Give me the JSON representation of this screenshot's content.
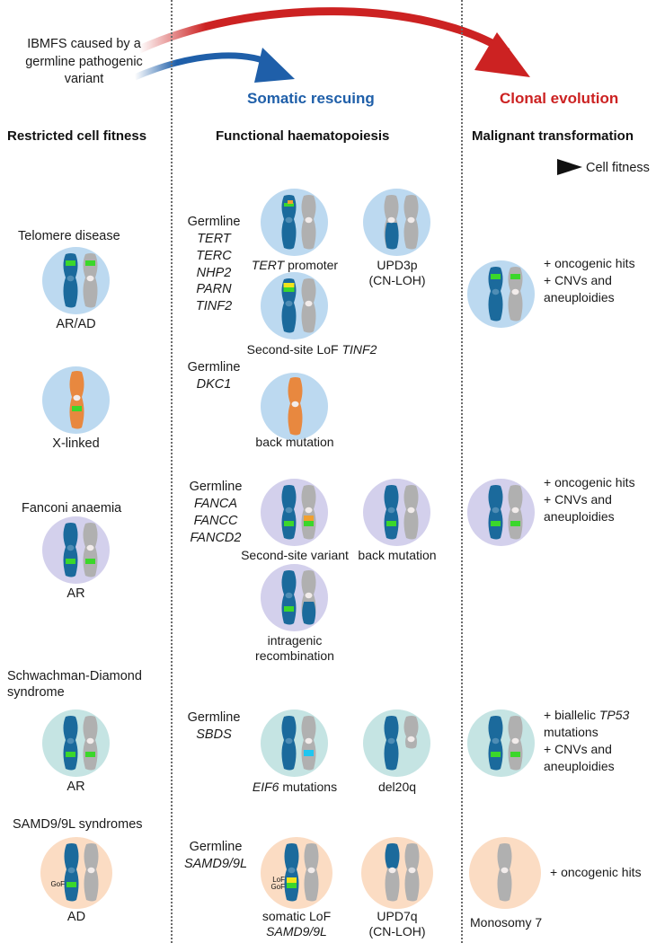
{
  "header": {
    "intro_text": "IBMFS caused by a germline pathogenic variant",
    "somatic_label": "Somatic rescuing",
    "clonal_label": "Clonal evolution",
    "somatic_color": "#1f5fa9",
    "clonal_color": "#cc2222",
    "col1_title": "Restricted cell fitness",
    "col2_title": "Functional haematopoiesis",
    "col3_title": "Malignant transformation",
    "axis_label": "Cell fitness"
  },
  "palette": {
    "cell_blue": "#bcd9f0",
    "cell_purple": "#d3d0ec",
    "cell_teal": "#c5e4e3",
    "cell_orange": "#fbdcc3",
    "chrom_blue": "#1b6a9c",
    "chrom_grey": "#b0b0b0",
    "chrom_orange": "#e8883f",
    "marker_green": "#3bd72b",
    "marker_yellow": "#f2e41a",
    "marker_orange": "#f0a030",
    "marker_cyan": "#1fc6f0"
  },
  "rows": [
    {
      "id": "telomere",
      "disease": "Telomere disease",
      "inheritance": "AR/AD",
      "germline_title": "Germline",
      "germline_genes": [
        "TERT",
        "TERC",
        "NHP2",
        "PARN",
        "TINF2"
      ],
      "middle_labels": [
        {
          "italic": "TERT",
          "plain": " promoter"
        },
        {
          "italic": "",
          "plain": "UPD3p\n(CN-LOH)"
        },
        {
          "italic": "TINF2",
          "plain": "Second-site LoF "
        }
      ],
      "right_text": "+ oncogenic hits\n+ CNVs and\naneuploidies"
    },
    {
      "id": "xlinked",
      "disease": "",
      "inheritance": "X-linked",
      "germline_title": "Germline",
      "germline_genes": [
        "DKC1"
      ],
      "middle_labels": [
        {
          "italic": "",
          "plain": "back mutation"
        }
      ],
      "right_text": ""
    },
    {
      "id": "fanconi",
      "disease": "Fanconi anaemia",
      "inheritance": "AR",
      "germline_title": "Germline",
      "germline_genes": [
        "FANCA",
        "FANCC",
        "FANCD2"
      ],
      "middle_labels": [
        {
          "italic": "",
          "plain": "Second-site variant"
        },
        {
          "italic": "",
          "plain": "back mutation"
        },
        {
          "italic": "",
          "plain": "intragenic\nrecombination"
        }
      ],
      "right_text": "+ oncogenic hits\n+ CNVs and\naneuploidies"
    },
    {
      "id": "sds",
      "disease": "Schwachman-Diamond syndrome",
      "inheritance": "AR",
      "germline_title": "Germline",
      "germline_genes": [
        "SBDS"
      ],
      "middle_labels": [
        {
          "italic": "EIF6",
          "plain": " mutations"
        },
        {
          "italic": "",
          "plain": "del20q"
        }
      ],
      "right_text_parts": [
        "+ biallelic ",
        "TP53",
        " mutations\n+ CNVs and\naneuploidies"
      ]
    },
    {
      "id": "samd9",
      "disease": "SAMD9/9L syndromes",
      "inheritance": "AD",
      "germline_title": "Germline",
      "germline_genes": [
        "SAMD9/9L"
      ],
      "middle_labels": [
        {
          "italic": "SAMD9/9L",
          "plain": "somatic LoF"
        },
        {
          "italic": "",
          "plain": "UPD7q\n(CN-LOH)"
        }
      ],
      "right_label": "Monosomy 7",
      "right_text": "+ oncogenic hits"
    }
  ],
  "labels": {
    "telomere_disease": "Telomere disease",
    "telomere_inh": "AR/AD",
    "xlinked_inh": "X-linked",
    "fanconi_disease": "Fanconi anaemia",
    "fanconi_inh": "AR",
    "sds_disease_l1": "Schwachman-Diamond",
    "sds_disease_l2": "syndrome",
    "sds_inh": "AR",
    "samd9_disease": "SAMD9/9L syndromes",
    "samd9_inh": "AD",
    "germline": "Germline",
    "g_tert": "TERT",
    "g_terc": "TERC",
    "g_nhp2": "NHP2",
    "g_parn": "PARN",
    "g_tinf2": "TINF2",
    "g_dkc1": "DKC1",
    "g_fanca": "FANCA",
    "g_fancc": "FANCC",
    "g_fancd2": "FANCD2",
    "g_sbds": "SBDS",
    "g_samd9": "SAMD9/9L",
    "tert_promoter_i": "TERT",
    "tert_promoter_p": " promoter",
    "upd3p_l1": "UPD3p",
    "upd3p_l2": "(CN-LOH)",
    "secondsite_lof_p": "Second-site LoF ",
    "secondsite_lof_i": "TINF2",
    "back_mutation": "back mutation",
    "second_site_variant": "Second-site variant",
    "back_mutation2": "back mutation",
    "intragenic_l1": "intragenic",
    "intragenic_l2": "recombination",
    "eif6_i": "EIF6",
    "eif6_p": " mutations",
    "del20q": "del20q",
    "somatic_lof_p": "somatic LoF",
    "somatic_lof_i": "SAMD9/9L",
    "upd7q_l1": "UPD7q",
    "upd7q_l2": "(CN-LOH)",
    "monosomy7": "Monosomy 7",
    "right_telomere_l1": "+ oncogenic hits",
    "right_telomere_l2": "+ CNVs and",
    "right_telomere_l3": "aneuploidies",
    "right_fanconi_l1": "+ oncogenic hits",
    "right_fanconi_l2": "+ CNVs and",
    "right_fanconi_l3": "aneuploidies",
    "right_sds_l1a": "+ biallelic ",
    "right_sds_l1b": "TP53",
    "right_sds_l2": "mutations",
    "right_sds_l3": "+ CNVs and",
    "right_sds_l4": "aneuploidies",
    "right_samd9": "+ oncogenic hits",
    "gof": "GoF",
    "lof": "LoF",
    "gof2": "GoF",
    "intro_l1": "IBMFS caused by a",
    "intro_l2": "germline pathogenic",
    "intro_l3": "variant",
    "somatic_rescuing": "Somatic rescuing",
    "clonal_evolution": "Clonal evolution",
    "restricted": "Restricted cell fitness",
    "functional": "Functional haematopoiesis",
    "malignant": "Malignant transformation",
    "cell_fitness": "Cell fitness"
  }
}
